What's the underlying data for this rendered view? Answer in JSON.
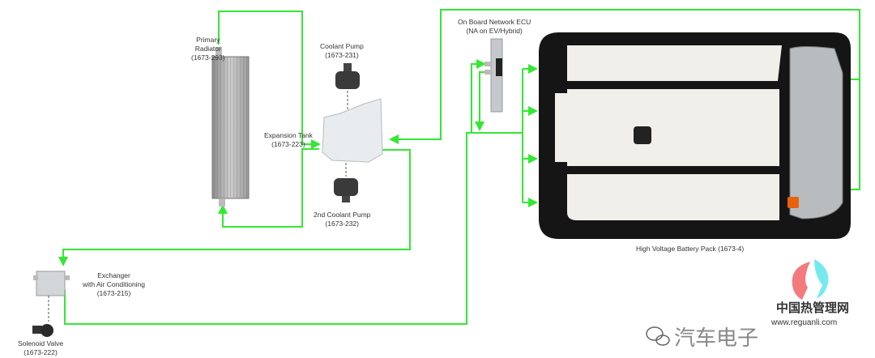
{
  "components": {
    "primary_radiator": {
      "name": "Primary Radiator",
      "name_line1": "Primary",
      "name_line2": "Radiator",
      "part": "(1673-293)"
    },
    "coolant_pump": {
      "name": "Coolant Pump",
      "part": "(1673-231)"
    },
    "expansion_tank": {
      "name": "Expansion Tank",
      "part": "(1673-223)"
    },
    "second_coolant_pump": {
      "name": "2nd Coolant Pump",
      "part": "(1673-232)"
    },
    "ecu": {
      "name": "On Board Network ECU",
      "note": "(NA on EV/Hybrid)"
    },
    "battery_pack": {
      "name": "High Voltage Battery Pack (1673-4)"
    },
    "exchanger": {
      "name_line1": "Exchanger",
      "name_line2": "with Air Conditioning",
      "part": "(1673-215)"
    },
    "solenoid_valve": {
      "name": "Solenoid Valve",
      "part": "(1673-222)"
    }
  },
  "watermark": {
    "channel": "汽车电子",
    "site_name": "中国热管理网",
    "site_url": "www.reguanli.com"
  },
  "colors": {
    "flow_line": "#33e833",
    "battery_frame": "#151515",
    "panel": "#f1efea"
  }
}
